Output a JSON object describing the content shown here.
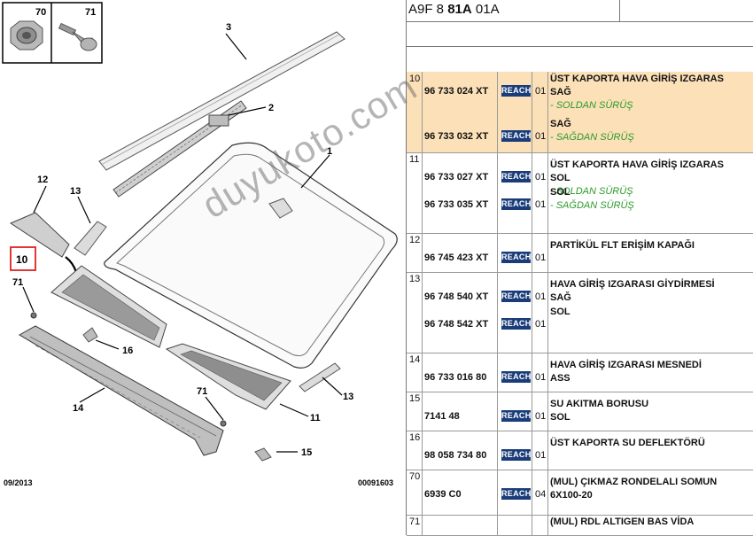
{
  "diagram": {
    "callouts": {
      "c70": "70",
      "c71a": "71",
      "c1": "1",
      "c2": "2",
      "c3": "3",
      "c10": "10",
      "c11": "11",
      "c12": "12",
      "c13a": "13",
      "c13b": "13",
      "c14": "14",
      "c15": "15",
      "c16": "16",
      "c71b": "71",
      "c71c": "71"
    },
    "date": "09/2013",
    "ref": "00091603"
  },
  "header": {
    "code_prefix": "A9F 8 ",
    "code_bold": "81A",
    "code_suffix": " 01A"
  },
  "groups": [
    {
      "num": "10",
      "rows": [
        {
          "pn": "96 733 024 XT",
          "reach": "REACH",
          "qty": "01",
          "d1": "ÜST KAPORTA HAVA GİRİŞ IZGARAS",
          "d2": "SAĞ",
          "d3": "- SOLDAN SÜRÜŞ"
        },
        {
          "pn": "96 733 032 XT",
          "reach": "REACH",
          "qty": "01",
          "d1": "SAĞ",
          "d3": "- SAĞDAN SÜRÜŞ"
        }
      ]
    },
    {
      "num": "11",
      "rows": [
        {
          "pn": "96 733 027 XT",
          "reach": "REACH",
          "qty": "01",
          "d1": "ÜST KAPORTA HAVA GİRİŞ IZGARAS",
          "d2": "SOL",
          "d3": "- SOLDAN SÜRÜŞ"
        },
        {
          "pn": "96 733 035 XT",
          "reach": "REACH",
          "qty": "01",
          "d1": "SOL",
          "d3": "- SAĞDAN SÜRÜŞ"
        }
      ]
    },
    {
      "num": "12",
      "rows": [
        {
          "pn": "96 745 423 XT",
          "reach": "REACH",
          "qty": "01",
          "d1": "PARTİKÜL FLT ERİŞİM KAPAĞI"
        }
      ]
    },
    {
      "num": "13",
      "rows": [
        {
          "pn": "96 748 540 XT",
          "reach": "REACH",
          "qty": "01",
          "d1": "HAVA GİRİŞ IZGARASI GİYDİRMESİ",
          "d2": "SAĞ"
        },
        {
          "pn": "96 748 542 XT",
          "reach": "REACH",
          "qty": "01",
          "d1": "SOL"
        }
      ]
    },
    {
      "num": "14",
      "rows": [
        {
          "pn": "96 733 016 80",
          "reach": "REACH",
          "qty": "01",
          "d1": "HAVA GİRİŞ IZGARASI MESNEDİ",
          "d2": "ASS"
        }
      ]
    },
    {
      "num": "15",
      "rows": [
        {
          "pn": "7141 48",
          "reach": "REACH",
          "qty": "01",
          "d1": "SU AKITMA BORUSU",
          "d2": "SOL"
        }
      ]
    },
    {
      "num": "16",
      "rows": [
        {
          "pn": "98 058 734 80",
          "reach": "REACH",
          "qty": "01",
          "d1": "ÜST KAPORTA SU DEFLEKTÖRÜ"
        }
      ]
    },
    {
      "num": "70",
      "rows": [
        {
          "pn": "6939 C0",
          "reach": "REACH",
          "qty": "04",
          "d1": "(MUL) ÇIKMAZ RONDELALI SOMUN",
          "d2": "6X100-20"
        }
      ]
    },
    {
      "num": "71",
      "rows": [
        {
          "d1": "(MUL) RDL ALTIGEN BAS VİDA"
        }
      ]
    }
  ],
  "watermark": "duyukoto.com"
}
